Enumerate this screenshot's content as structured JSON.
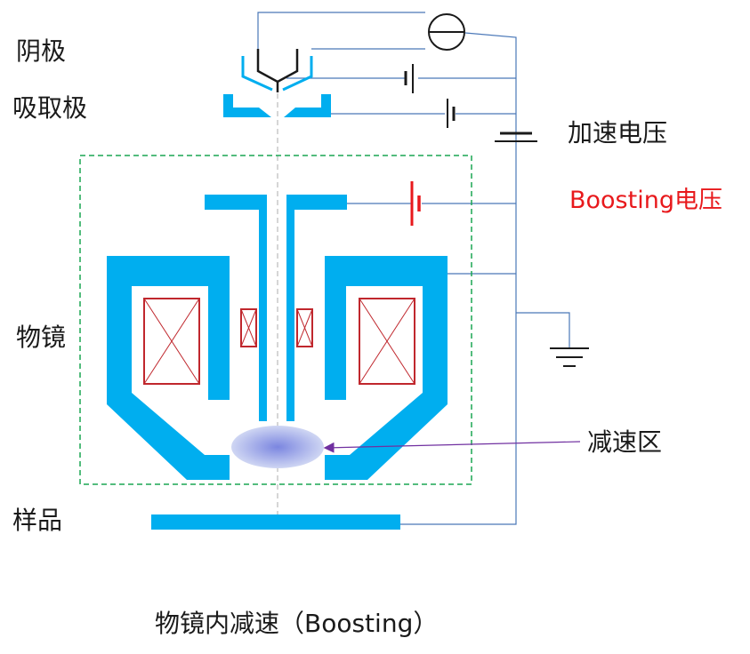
{
  "labels": {
    "cathode": "阴极",
    "extractor": "吸取极",
    "accel_voltage": "加速电压",
    "boosting_voltage": "Boosting电压",
    "objective_lens": "物镜",
    "deceleration_zone": "减速区",
    "sample": "样品",
    "caption": "物镜内减速（Boosting）"
  },
  "colors": {
    "electrode_blue": "#00aeef",
    "coil_red": "#c0272d",
    "wire_blue": "#4a78b8",
    "boost_battery_red": "#e8191c",
    "dashed_box_green": "#1aa552",
    "arrow_purple": "#7030a0"
  }
}
